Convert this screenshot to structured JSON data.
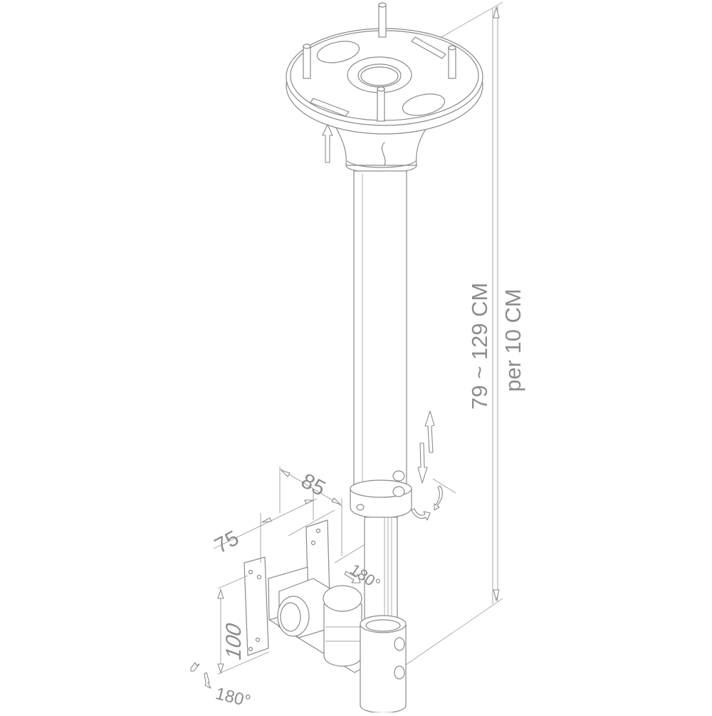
{
  "diagram": {
    "title": "Ceiling mount telescopic pole - dimension drawing",
    "colors": {
      "line": "#8a8a8a",
      "text": "#8c8c8c",
      "background": "#ffffff"
    },
    "labels": {
      "height_range": "79 ~ 129 CM",
      "height_step": "per 10 CM",
      "dim_depth": "85",
      "dim_width": "75",
      "dim_height": "100",
      "rotation_top": "180°",
      "rotation_bottom": "180°"
    },
    "components": [
      {
        "id": "ceiling-plate",
        "desc": "round ceiling plate with 4 bolts, 2 oval slots, 2 rect slots, center hole"
      },
      {
        "id": "upper-tube",
        "desc": "outer pole tube"
      },
      {
        "id": "height-collar",
        "desc": "collar with 2 locking screws"
      },
      {
        "id": "inner-tube",
        "desc": "telescoping inner tube"
      },
      {
        "id": "tilt-swivel-head",
        "desc": "tilt knob, swivel joint and VESA bracket"
      },
      {
        "id": "bottom-clamp",
        "desc": "bottom clamp with 2 screws"
      }
    ],
    "motion_indicators": [
      "vertical-adjust-up",
      "vertical-adjust-down",
      "pole-rotation",
      "tilt-180",
      "swivel-180"
    ]
  }
}
